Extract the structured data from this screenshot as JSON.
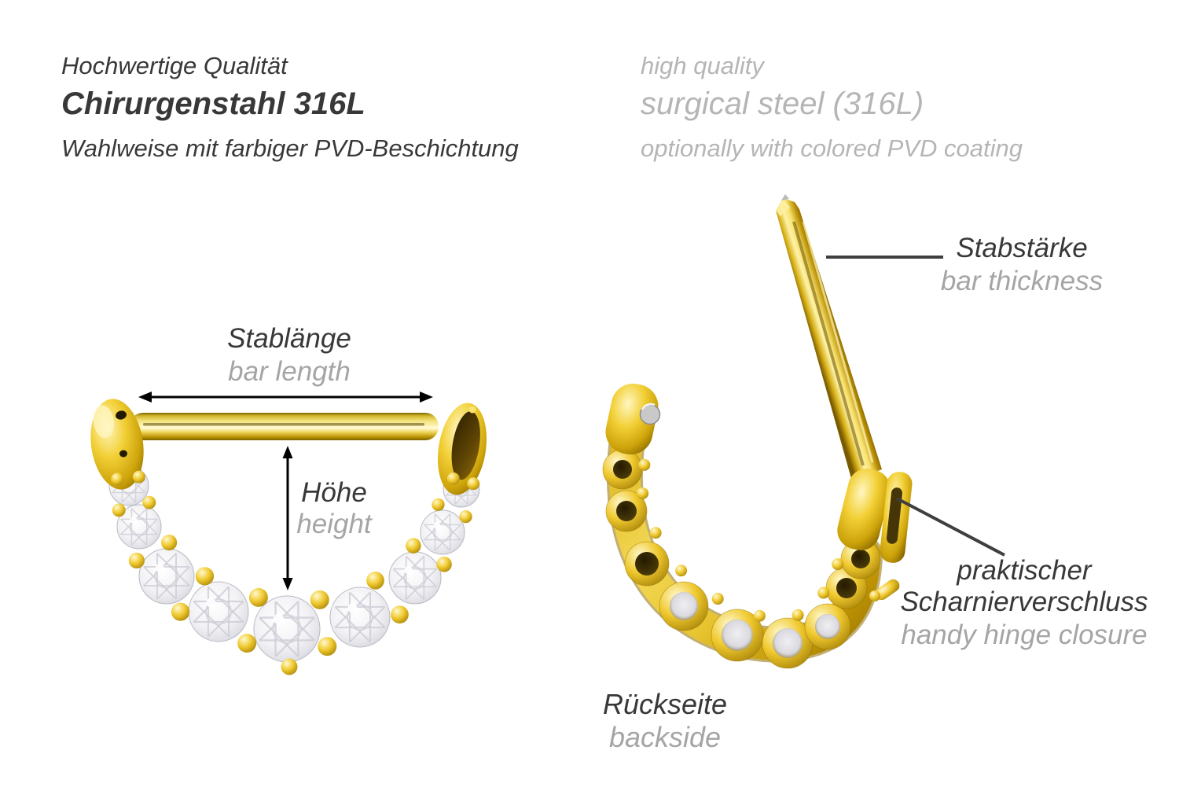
{
  "header_de": {
    "line1": "Hochwertige Qualität",
    "line2": "Chirurgenstahl 316L",
    "line3": "Wahlweise mit farbiger PVD-Beschichtung"
  },
  "header_en": {
    "line1": "high quality",
    "line2": "surgical steel (316L)",
    "line3": "optionally with colored PVD coating"
  },
  "front_view": {
    "bar_length_de": "Stablänge",
    "bar_length_en": "bar length",
    "height_de": "Höhe",
    "height_en": "height"
  },
  "back_view": {
    "bar_thickness_de": "Stabstärke",
    "bar_thickness_en": "bar thickness",
    "hinge_de_line1": "praktischer",
    "hinge_de_line2": "Scharnierverschluss",
    "hinge_en": "handy hinge closure",
    "backside_de": "Rückseite",
    "backside_en": "backside"
  },
  "colors": {
    "background": "#ffffff",
    "text_dark": "#383838",
    "text_gray_header": "#b5b5b5",
    "text_gray_label": "#a5a5a5",
    "gold": "#f2cf35",
    "crystal": "#f2f2f5",
    "arrow_black": "#000000",
    "callout_gray": "#3f3f3f"
  }
}
